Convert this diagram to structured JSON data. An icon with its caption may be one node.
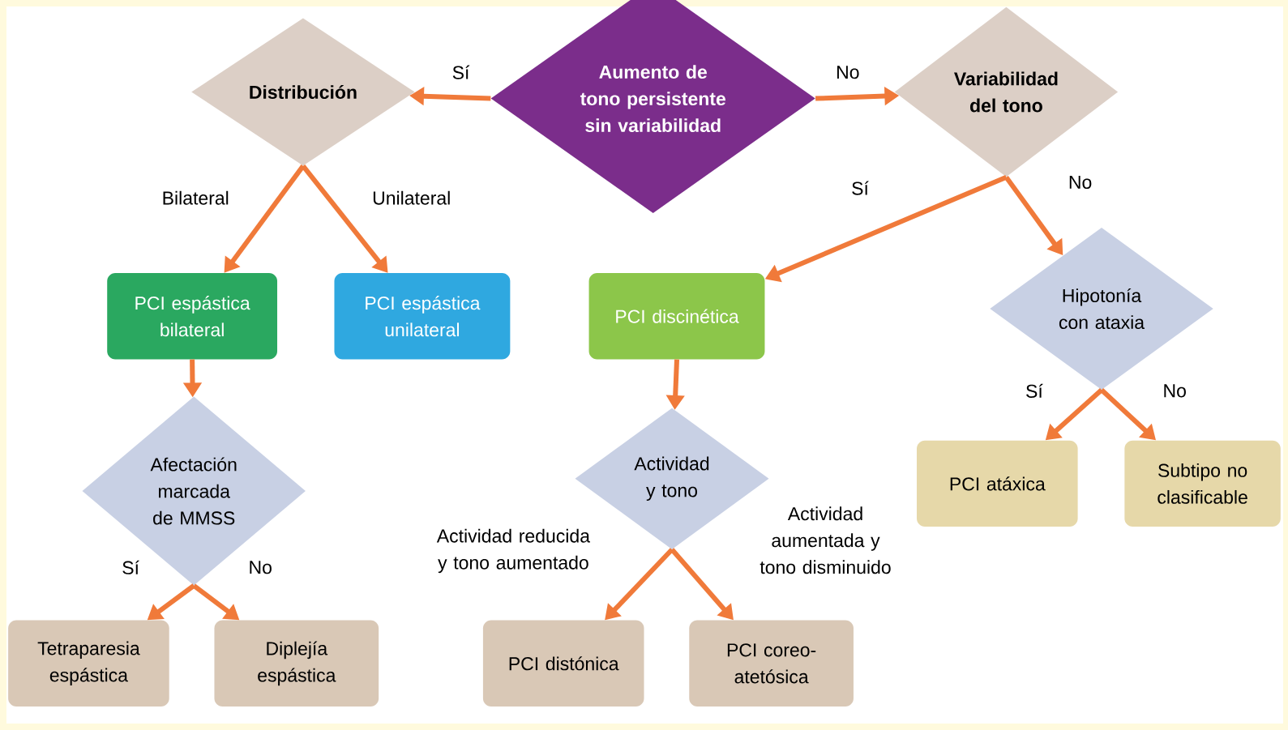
{
  "diagram": {
    "nodes": [
      {
        "text": [
          "Aumento de tono persistente sin variabilidad"
        ]
      },
      {
        "text": [
          "Distribución"
        ]
      },
      {
        "text": [
          "Variabilidad del tono"
        ]
      },
      {
        "text": [
          "PCI espástica bilateral"
        ]
      },
      {
        "text": [
          "PCI espástica unilateral"
        ]
      },
      {
        "text": [
          "PCI discinética"
        ]
      },
      {
        "text": [
          "Hipotonía con ataxia"
        ]
      },
      {
        "text": [
          "Afectación marcada de MMSS"
        ]
      },
      {
        "text": [
          "Actividad y tono"
        ]
      },
      {
        "text": [
          "PCI atáxica"
        ]
      },
      {
        "text": [
          "Subtipo no clasificable"
        ]
      },
      {
        "text": [
          "Tetraparesia espástica"
        ]
      },
      {
        "text": [
          "Diplejía espástica"
        ]
      },
      {
        "text": [
          "PCI distónica"
        ]
      },
      {
        "text": [
          "PCI coreo-atetósica"
        ]
      }
    ],
    "edges": [
      {
        "from": 0,
        "to": 1,
        "arrow": "to",
        "label": "Sí"
      },
      {
        "from": 0,
        "to": 2,
        "arrow": "to",
        "label": "No"
      },
      {
        "from": 1,
        "to": 3,
        "arrow": "to",
        "label": "Bilateral"
      },
      {
        "from": 1,
        "to": 4,
        "arrow": "to",
        "label": "Unilateral"
      },
      {
        "from": 2,
        "to": 5,
        "arrow": "to",
        "label": "Sí"
      },
      {
        "from": 2,
        "to": 6,
        "arrow": "to",
        "label": "No"
      },
      {
        "from": 3,
        "to": 7,
        "arrow": "to"
      },
      {
        "from": 5,
        "to": 8,
        "arrow": "to"
      },
      {
        "from": 6,
        "to": 9,
        "arrow": "to",
        "label": "Sí"
      },
      {
        "from": 6,
        "to": 10,
        "arrow": "to",
        "label": "No"
      },
      {
        "from": 7,
        "to": 11,
        "arrow": "to",
        "label": "Sí"
      },
      {
        "from": 7,
        "to": 12,
        "arrow": "to",
        "label": "No"
      },
      {
        "from": 8,
        "to": 13,
        "arrow": "to",
        "label": "Actividad reducida y tono aumentado"
      },
      {
        "from": 8,
        "to": 14,
        "arrow": "to",
        "label": "Actividad aumentada y tono disminuido"
      }
    ]
  }
}
